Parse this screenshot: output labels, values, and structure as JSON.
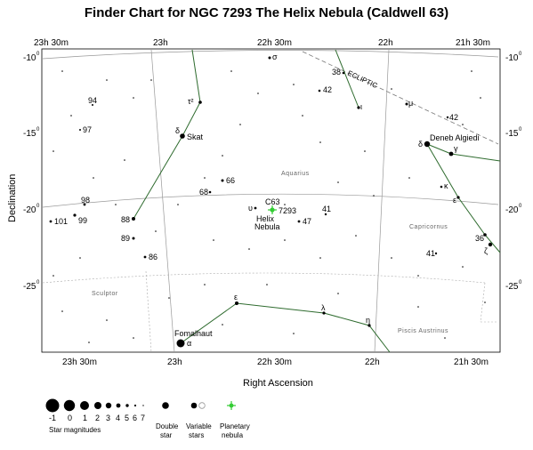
{
  "title": "Finder Chart for NGC 7293 The Helix Nebula (Caldwell 63)",
  "axes": {
    "x_title": "Right Ascension",
    "y_title": "Declination",
    "ra_ticks": [
      "23h 30m",
      "23h",
      "22h 30m",
      "22h",
      "21h 30m"
    ],
    "dec_ticks": [
      "-10",
      "-15",
      "-20",
      "-25"
    ],
    "dec_unit": "0"
  },
  "constellations": [
    "Aquarius",
    "Capricornus",
    "Sculptor",
    "Piscis Austrinus"
  ],
  "ecliptic_label": "ECLIPTIC",
  "target": {
    "designation": "C63",
    "number": "7293",
    "name_line1": "Helix",
    "name_line2": "Nebula",
    "color": "#33cc33"
  },
  "star_labels": {
    "skat": "Skat",
    "deneb_algiedi": "Deneb Algiedi",
    "fomalhaut": "Fomalhaut",
    "alpha": "α",
    "delta_aqr": "δ",
    "tau2": "τ²",
    "iota": "ι",
    "sigma": "σ",
    "mu": "μ",
    "upsilon": "υ",
    "delta_cap": "δ",
    "gamma_cap": "γ",
    "kappa": "κ",
    "epsilon_cap": "ε",
    "zeta": "ζ",
    "epsilon_psa": "ε",
    "lambda": "λ",
    "eta": "η",
    "n94": "94",
    "n97": "97",
    "n98": "98",
    "n99": "99",
    "n101": "101",
    "n88": "88",
    "n89": "89",
    "n86": "86",
    "n66": "66",
    "n68": "68",
    "n38": "38",
    "n42a": "42",
    "n42b": "42",
    "n41a": "41",
    "n47": "47",
    "n41b": "41",
    "n36": "36"
  },
  "legend": {
    "magnitudes": [
      "-1",
      "0",
      "1",
      "2",
      "3",
      "4",
      "5",
      "6",
      "7"
    ],
    "magnitudes_label": "Star magnitudes",
    "double_star": [
      "Double",
      "star"
    ],
    "variable_stars": [
      "Variable",
      "stars"
    ],
    "planetary_nebula": [
      "Planetary",
      "nebula"
    ]
  },
  "colors": {
    "constellation_line": "#2e6b2e",
    "grid": "#999999",
    "boundary": "#aaaaaa",
    "nebula": "#33cc33"
  }
}
